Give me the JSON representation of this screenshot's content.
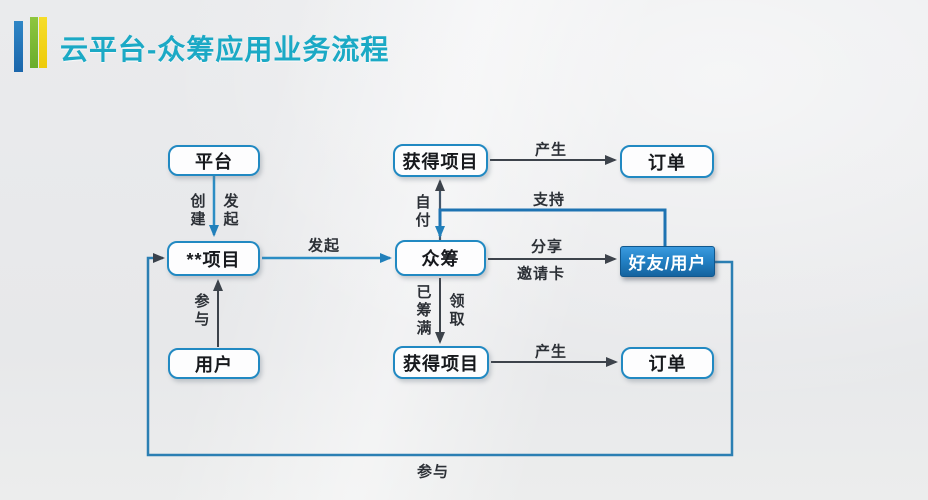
{
  "title": {
    "text": "云平台-众筹应用业务流程"
  },
  "accent": {
    "title_color": "#1ba9c5",
    "bar_blue": "#1e73b8",
    "bar_green": "#72b32e",
    "bar_yellow": "#f2d113",
    "node_border_blue": "#2189c2",
    "filled_node_blue_top": "#3b9ade",
    "filled_node_blue_bottom": "#15639f",
    "arrow_gray": "#3d434b",
    "arrow_blue": "#2180bb"
  },
  "diagram": {
    "nodes": [
      {
        "id": "platform",
        "label": "平台"
      },
      {
        "id": "get-project-top",
        "label": "获得项目"
      },
      {
        "id": "order-top",
        "label": "订单"
      },
      {
        "id": "project",
        "label": "**项目"
      },
      {
        "id": "crowdfunding",
        "label": "众筹"
      },
      {
        "id": "friends-users",
        "label": "好友/用户"
      },
      {
        "id": "user",
        "label": "用户"
      },
      {
        "id": "get-project-bottom",
        "label": "获得项目"
      },
      {
        "id": "order-bottom",
        "label": "订单"
      }
    ],
    "edge_labels": {
      "create": "创建",
      "initiate_from_platform": "发起",
      "initiate_to_crowdfunding": "发起",
      "self_pay": "自付",
      "generate_top": "产生",
      "support": "支持",
      "share": "分享",
      "invite_card": "邀请卡",
      "fully_funded": "已筹满",
      "claim": "领取",
      "generate_bottom": "产生",
      "participate_user": "参与",
      "participate_friends": "参与"
    }
  }
}
